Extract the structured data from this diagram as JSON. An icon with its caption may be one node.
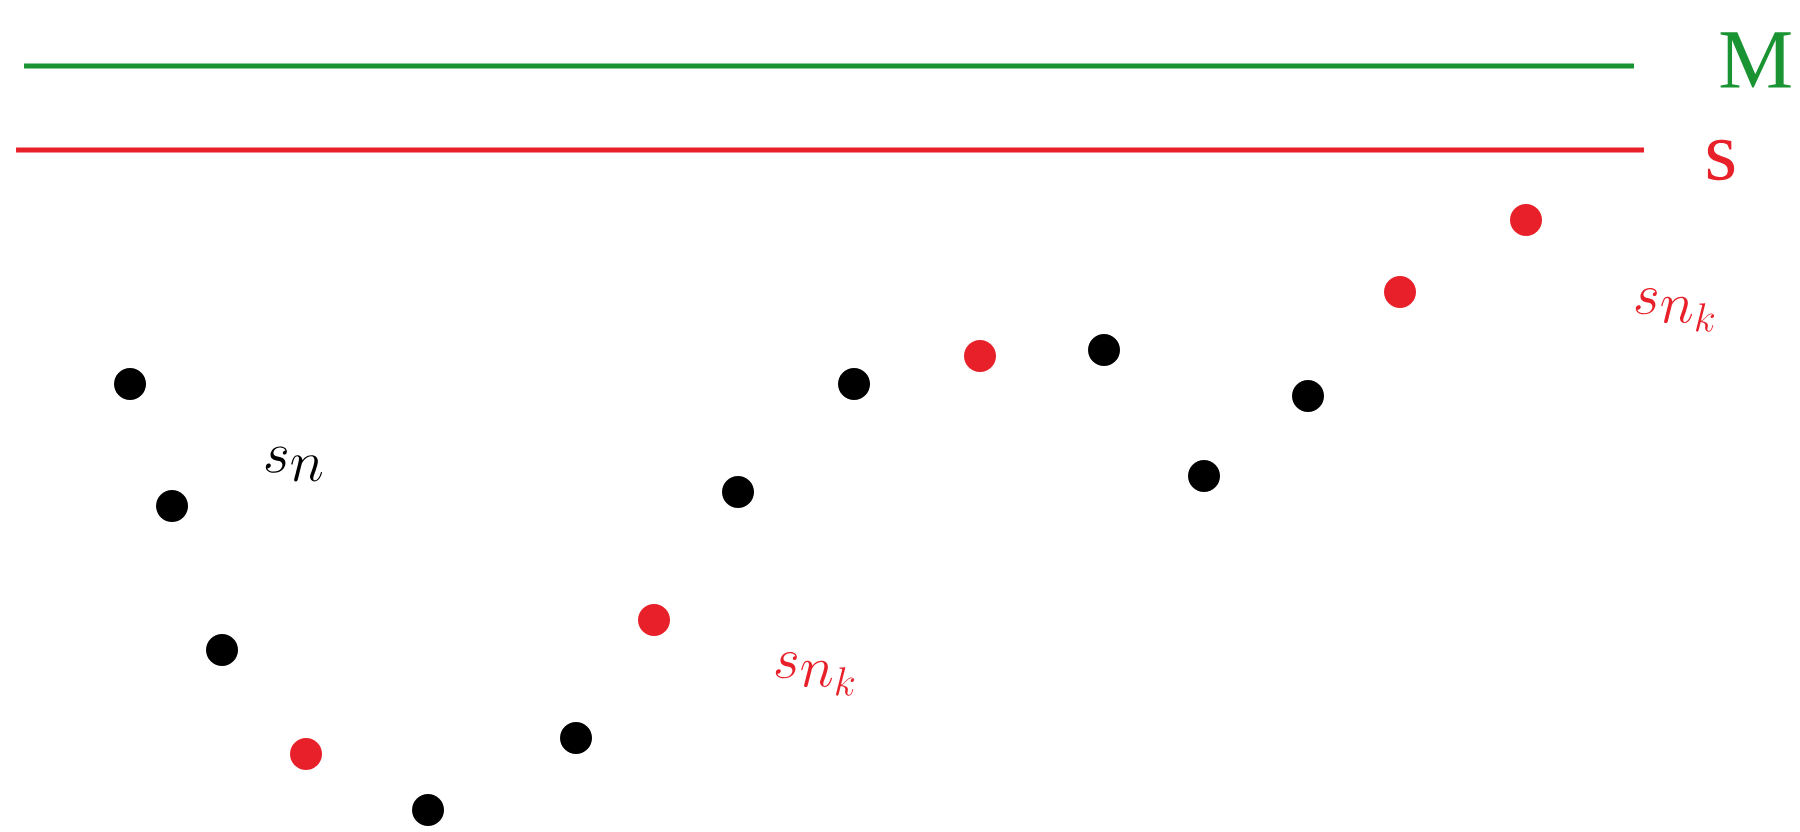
{
  "diagram": {
    "labels": [
      "M",
      "s",
      "s_{n_k}",
      "s_n",
      "s_{n_k}"
    ]
  }
}
